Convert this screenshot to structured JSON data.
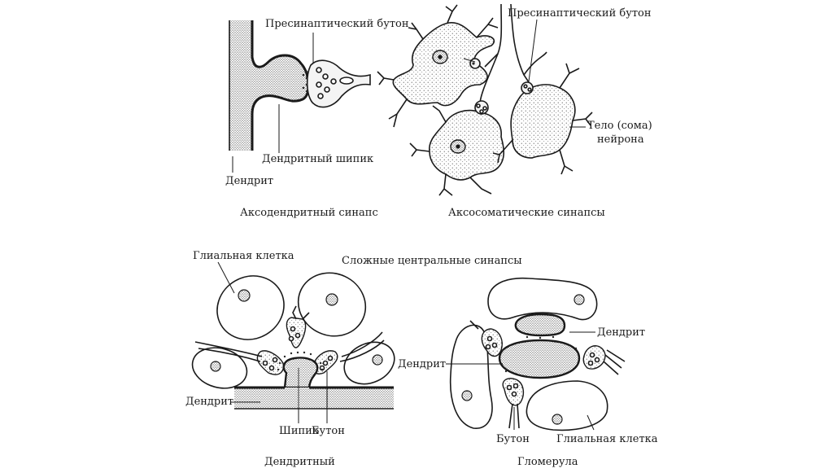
{
  "panels": {
    "axodendritic": {
      "caption": "Аксодендритный синапс",
      "labels": {
        "bouton": "Пресинаптический бутон",
        "spine": "Дендритный шипик",
        "dendrite": "Дендрит"
      }
    },
    "axosomatic": {
      "caption": "Аксосоматические синапсы",
      "labels": {
        "bouton": "Пресинаптический бутон",
        "soma_line1": "Тело (сома)",
        "soma_line2": "нейрона"
      }
    },
    "complex_title": "Сложные центральные синапсы",
    "dendritic": {
      "caption": "Дендритный",
      "labels": {
        "glial": "Глиальная клетка",
        "dendrite": "Дендрит",
        "spine": "Шипик",
        "bouton": "Бутон"
      }
    },
    "glomerulus": {
      "caption": "Гломерула",
      "labels": {
        "dendrite_right": "Дендрит",
        "dendrite_left": "Дендрит",
        "bouton": "Бутон",
        "glial": "Глиальная клетка"
      }
    }
  }
}
